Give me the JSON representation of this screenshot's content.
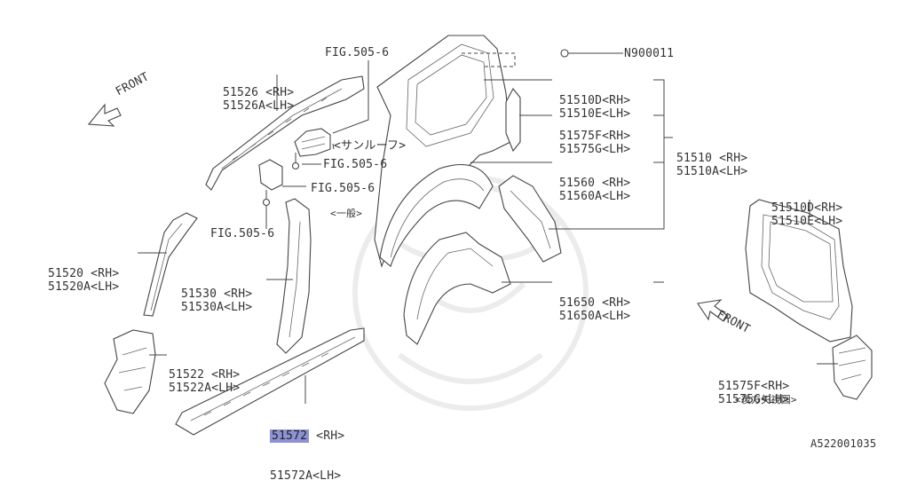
{
  "diagram_id": "A522001035",
  "front_label": "FRONT",
  "labels": {
    "fig505_top": "FIG.505-6",
    "fig505_mid1": "FIG.505-6",
    "fig505_mid2": "FIG.505-6",
    "fig505_low": "FIG.505-6",
    "sunroof": "<サンルーフ>",
    "general": "<一般>",
    "rear_view": "<後方矢視図>"
  },
  "parts": [
    {
      "name": "p51526",
      "rh": "51526 <RH>",
      "lh": "51526A<LH>"
    },
    {
      "name": "p51520",
      "rh": "51520 <RH>",
      "lh": "51520A<LH>"
    },
    {
      "name": "p51530",
      "rh": "51530 <RH>",
      "lh": "51530A<LH>"
    },
    {
      "name": "p51522",
      "rh": "51522 <RH>",
      "lh": "51522A<LH>"
    },
    {
      "name": "p51572",
      "rh": "51572",
      "rh_suffix": " <RH>",
      "lh": "51572A<LH>"
    },
    {
      "name": "pN900011",
      "rh": "N900011"
    },
    {
      "name": "p51510D",
      "rh": "51510D<RH>",
      "lh": "51510E<LH>"
    },
    {
      "name": "p51575F",
      "rh": "51575F<RH>",
      "lh": "51575G<LH>"
    },
    {
      "name": "p51560",
      "rh": "51560 <RH>",
      "lh": "51560A<LH>"
    },
    {
      "name": "p51650",
      "rh": "51650 <RH>",
      "lh": "51650A<LH>"
    },
    {
      "name": "p51510",
      "rh": "51510 <RH>",
      "lh": "51510A<LH>"
    },
    {
      "name": "p51510D_view",
      "rh": "51510D<RH>",
      "lh": "51510E<LH>"
    },
    {
      "name": "p51575F_view",
      "rh": "51575F<RH>",
      "lh": "51575G<LH>"
    }
  ]
}
